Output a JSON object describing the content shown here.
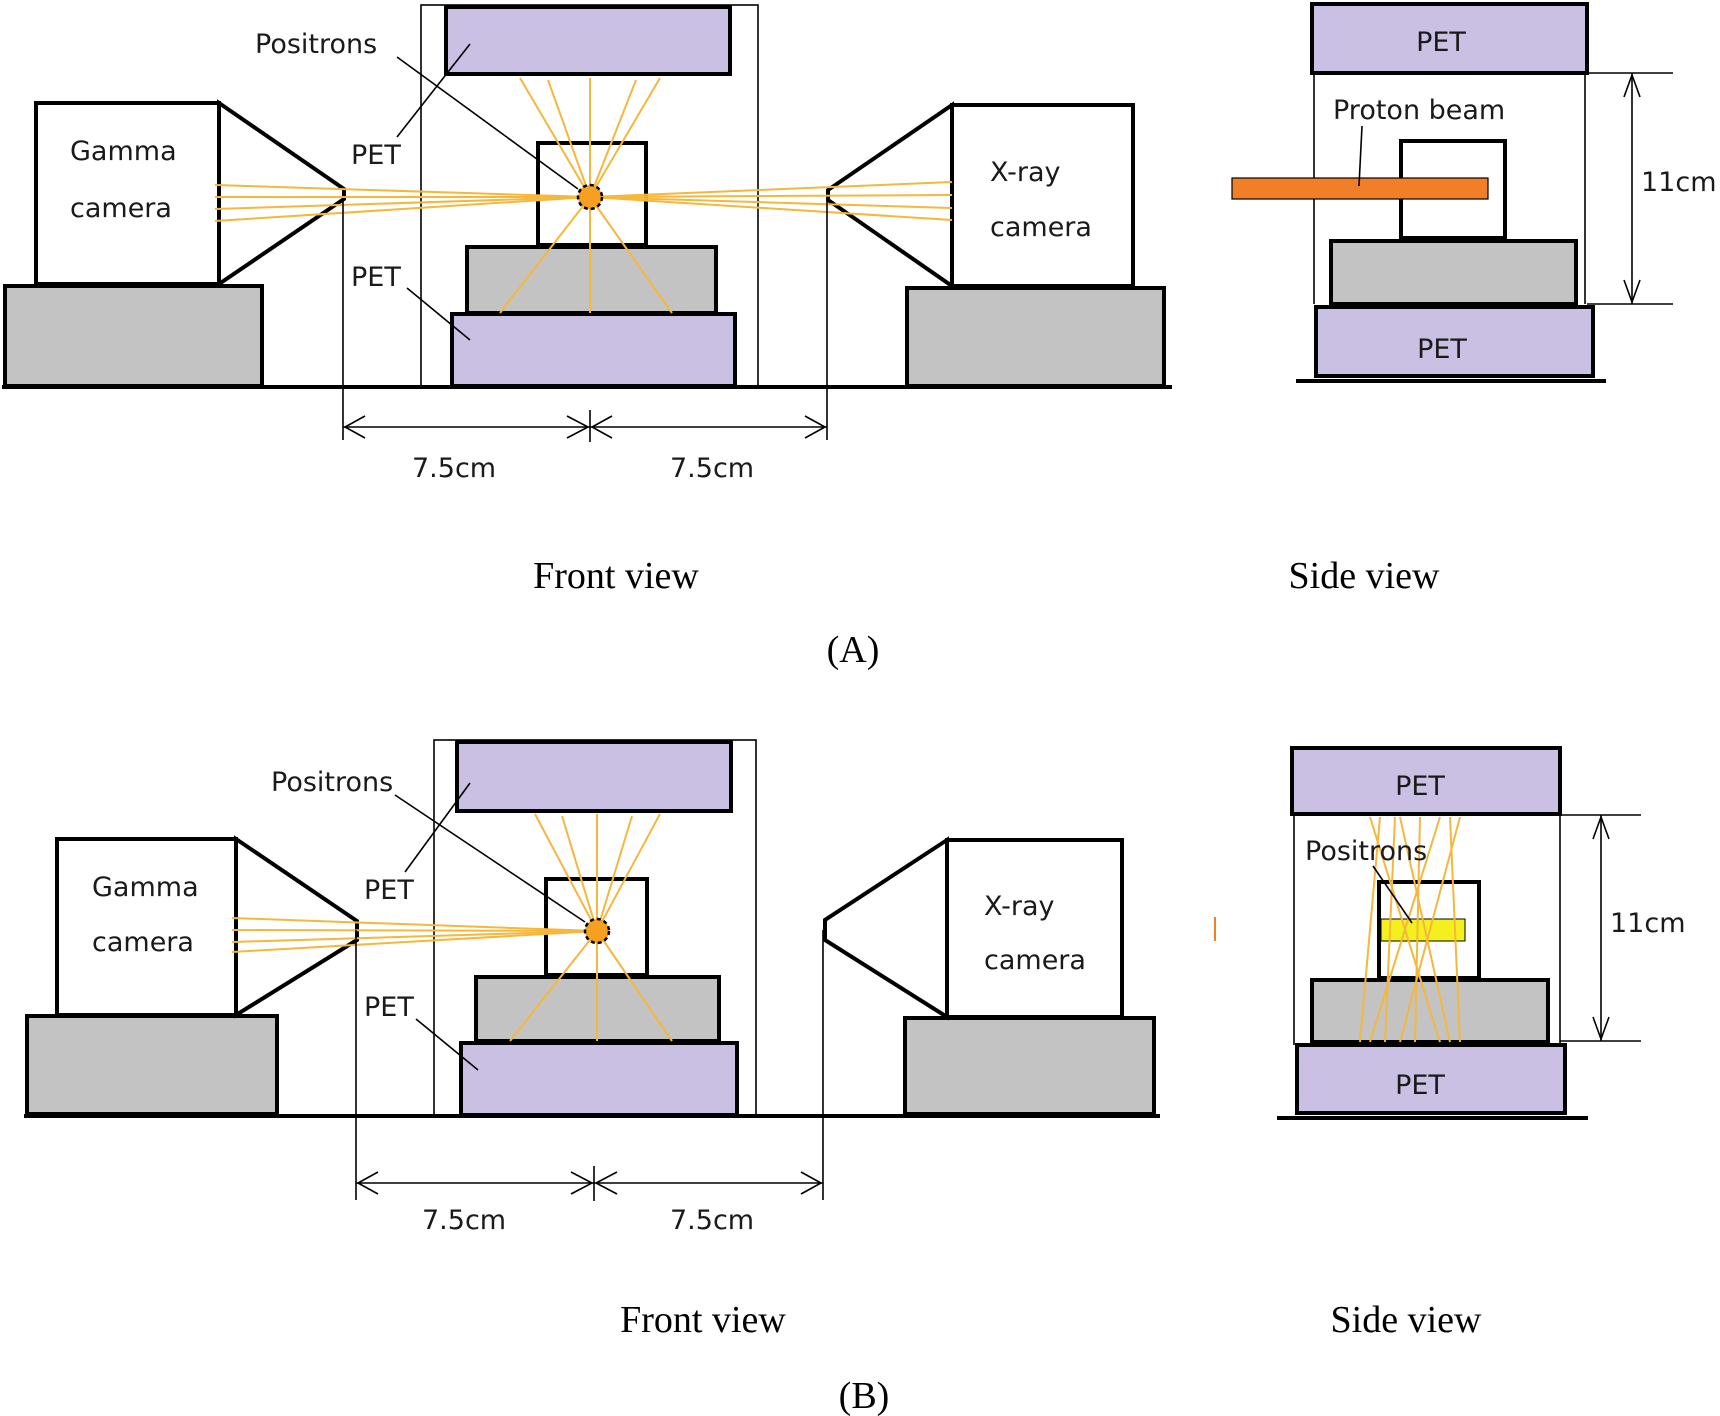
{
  "colors": {
    "pet": "#c9c0e3",
    "stage": "#c3c3c3",
    "ray": "#f5b73c",
    "beam": "#f07f27",
    "positron_zone": "#f4f020",
    "source": "#f5a021"
  },
  "panel_a": {
    "gamma_line1": "Gamma",
    "gamma_line2": "camera",
    "xray_line1": "X-ray",
    "xray_line2": "camera",
    "positrons": "Positrons",
    "pet_top_label": "PET",
    "pet_bottom_label": "PET",
    "dim_left": "7.5cm",
    "dim_right": "7.5cm",
    "front_view": "Front view",
    "side_view": "Side view",
    "side_pet_top": "PET",
    "side_pet_bottom": "PET",
    "proton_beam": "Proton beam",
    "height_dim": "11cm",
    "caption": "(A)"
  },
  "panel_b": {
    "gamma_line1": "Gamma",
    "gamma_line2": "camera",
    "xray_line1": "X-ray",
    "xray_line2": "camera",
    "positrons": "Positrons",
    "pet_top_label": "PET",
    "pet_bottom_label": "PET",
    "dim_left": "7.5cm",
    "dim_right": "7.5cm",
    "front_view": "Front view",
    "side_view": "Side view",
    "side_pet_top": "PET",
    "side_pet_bottom": "PET",
    "side_positrons": "Positrons",
    "height_dim": "11cm",
    "caption": "(B)"
  }
}
